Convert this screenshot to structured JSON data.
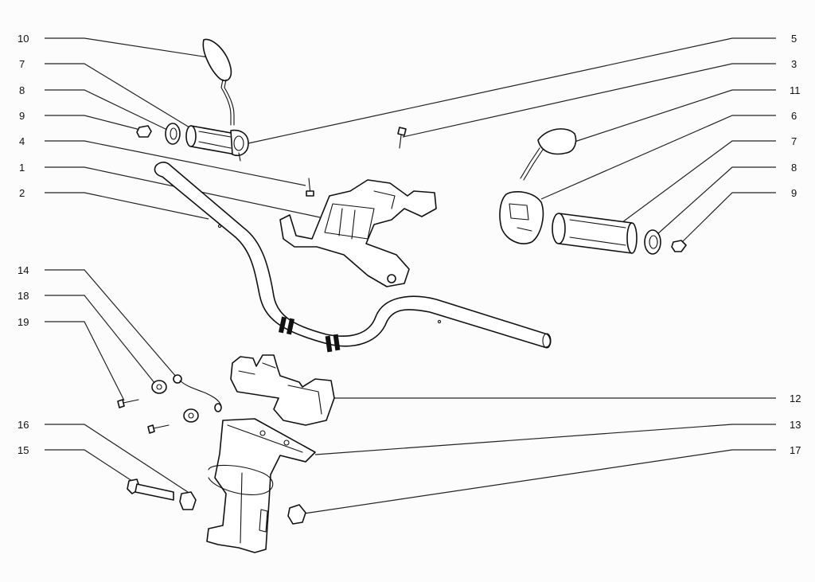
{
  "callouts": {
    "left": [
      {
        "id": "c10",
        "num": "10"
      },
      {
        "id": "c7l",
        "num": "7"
      },
      {
        "id": "c8l",
        "num": "8"
      },
      {
        "id": "c9l",
        "num": "9"
      },
      {
        "id": "c4",
        "num": "4"
      },
      {
        "id": "c1",
        "num": "1"
      },
      {
        "id": "c2",
        "num": "2"
      },
      {
        "id": "c14",
        "num": "14"
      },
      {
        "id": "c18",
        "num": "18"
      },
      {
        "id": "c19",
        "num": "19"
      },
      {
        "id": "c16",
        "num": "16"
      },
      {
        "id": "c15",
        "num": "15"
      }
    ],
    "right": [
      {
        "id": "c5",
        "num": "5"
      },
      {
        "id": "c3",
        "num": "3"
      },
      {
        "id": "c11",
        "num": "11"
      },
      {
        "id": "c6",
        "num": "6"
      },
      {
        "id": "c7r",
        "num": "7"
      },
      {
        "id": "c8r",
        "num": "8"
      },
      {
        "id": "c9r",
        "num": "9"
      },
      {
        "id": "c12",
        "num": "12"
      },
      {
        "id": "c13",
        "num": "13"
      },
      {
        "id": "c17",
        "num": "17"
      }
    ]
  },
  "colors": {
    "ink": "#111111",
    "background": "#fcfcfc"
  }
}
